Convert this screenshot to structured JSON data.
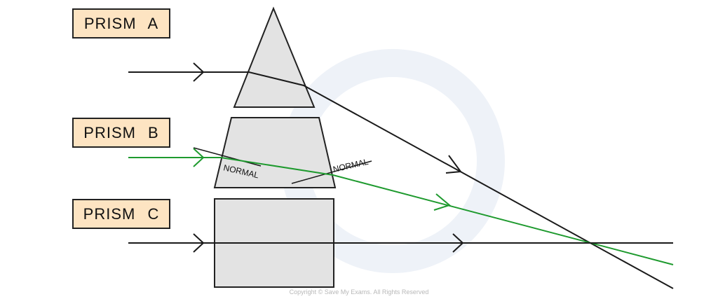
{
  "labels": {
    "prism_a": "PRISM A",
    "prism_b": "PRISM B",
    "prism_c": "PRISM C"
  },
  "normal_labels": [
    "NORMAL",
    "NORMAL"
  ],
  "copyright": "Copyright © Save My Exams. All Rights Reserved",
  "colors": {
    "ray": "#1a1a1a",
    "green_ray": "#1e9a2e",
    "prism_fill": "#e3e3e3",
    "label_fill": "#fde4c2"
  }
}
